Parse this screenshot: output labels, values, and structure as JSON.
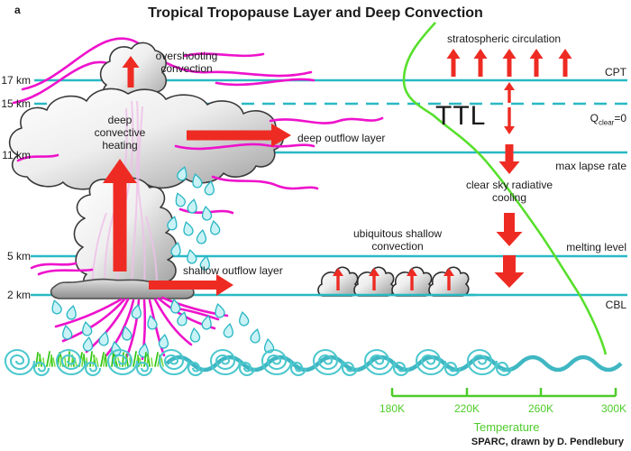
{
  "figure_label": "a",
  "title": "Tropical Tropopause Layer and Deep Convection",
  "altitudes": {
    "a17": "17 km",
    "a15": "15 km",
    "a11": "11 km",
    "a5": "5 km",
    "a2": "2 km"
  },
  "right_axis": {
    "cpt": "CPT",
    "q_main": "Q",
    "q_sub": "clear",
    "q_eq": "=0",
    "max_lapse": "max lapse rate",
    "melting": "melting level",
    "cbl": "CBL"
  },
  "annotations": {
    "overshooting": "overshooting convection",
    "deep_heating": "deep convective heating",
    "deep_outflow": "deep outflow layer",
    "shallow_outflow": "shallow outflow layer",
    "ubiquitous": "ubiquitous shallow convection",
    "strat_circ": "stratospheric circulation",
    "ttl": "TTL",
    "clear_sky": "clear sky radiative cooling"
  },
  "temperature_axis": {
    "ticks": [
      "180K",
      "220K",
      "260K",
      "300K"
    ],
    "label": "Temperature",
    "range_k": [
      180,
      300
    ]
  },
  "credit": "SPARC, drawn by D. Pendlebury",
  "colors": {
    "level_line": "#29b9c4",
    "magenta": "#ee12cc",
    "arrow_red": "#ee2b23",
    "profile_green": "#58df2d",
    "axis_green": "#4ecc2a",
    "ocean": "#4cc8ce"
  }
}
